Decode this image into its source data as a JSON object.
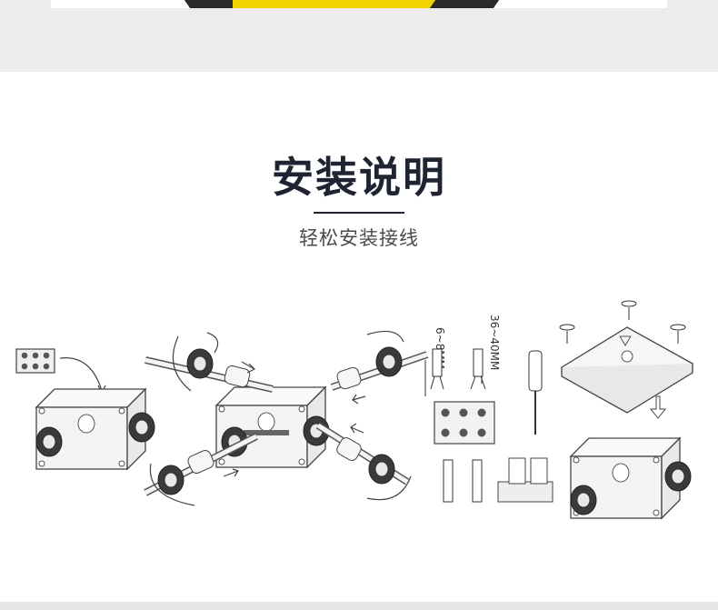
{
  "header": {
    "title": "安装说明",
    "subtitle": "轻松安装接线"
  },
  "diagram": {
    "labels": {
      "strip_short": "6~8MM",
      "strip_long": "36~40MM"
    }
  }
}
